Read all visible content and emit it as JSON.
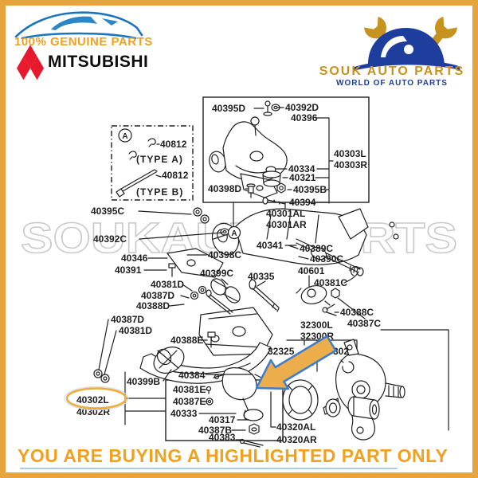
{
  "colors": {
    "border": "#E7A43C",
    "gold": "#EFA11F",
    "souk_gold": "#C79320",
    "souk_blue": "#1E3E9E",
    "red": "#E8192C",
    "arrow_fill": "#ECAD4B",
    "arrow_stroke": "#3E7CD0",
    "highlight": "#F0AC3C",
    "watermark": "#C9C9C9",
    "car_blue": "#1B74BE",
    "line": "#1F1F1F",
    "underline": "#A9CBEE"
  },
  "header": {
    "genuine_text": "100% GENUINE PARTS",
    "brand": "MITSUBISHI",
    "store_name": "SOUK AUTO PARTS",
    "store_tagline": "WORLD OF AUTO PARTS"
  },
  "watermark": "SOUKAUTOPARTS",
  "footer": {
    "notice": "YOU ARE BUYING A HIGHLIGHTED PART ONLY"
  },
  "highlighted_part": "40302L",
  "diagram": {
    "labels": [
      "40395D",
      "40392D",
      "40396",
      "40334",
      "40321",
      "40398D",
      "40395B",
      "40394",
      "40303L",
      "40303R",
      "A",
      "40812",
      "(TYPE A)",
      "40812",
      "(TYPE B)",
      "40395C",
      "40392C",
      "A",
      "40346",
      "40391",
      "40398C",
      "40399C",
      "40301AL",
      "40301AR",
      "40341",
      "40389C",
      "40390C",
      "40335",
      "40601",
      "40381C",
      "40388C",
      "40387C",
      "32300L",
      "32300R",
      "32325",
      "302",
      "4",
      "40381D",
      "40387D",
      "40388D",
      "40387D",
      "40381D",
      "40388E",
      "40384",
      "40399B",
      "40381E",
      "40387E",
      "40302L",
      "40302R",
      "40333",
      "40317",
      "40387B",
      "40383",
      "40320AL",
      "40320AR"
    ]
  }
}
